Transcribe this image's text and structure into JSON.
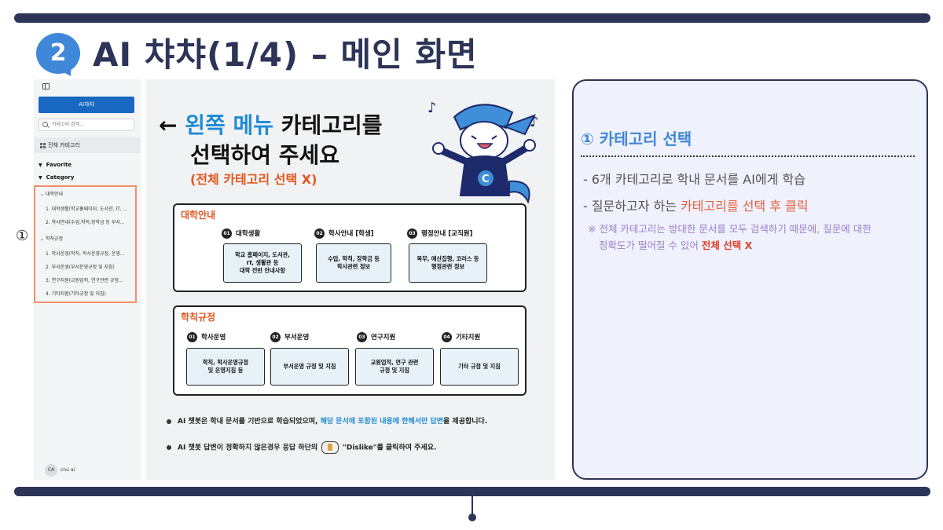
{
  "slide": {
    "badge": "2",
    "title": "AI 챠챠(1/4) – 메인 화면",
    "marker": "①"
  },
  "colors": {
    "navy": "#2c3557",
    "badge_blue": "#3f87d8",
    "highlight_border": "#f0906a",
    "orange_red": "#e2561e",
    "accent_red": "#e85d3d",
    "note_purple": "#9a7fc9",
    "card_bg": "#eff1fd",
    "brand_blue": "#1867c0"
  },
  "sidebar": {
    "new_chat_label": "AI챠챠",
    "search_placeholder": "카테고리 검색...",
    "all_categories_label": "전체 카테고리",
    "favorite_label": "Favorite",
    "category_label": "Category",
    "groups": [
      {
        "label": "대학안내",
        "items": [
          "1. 대학생활(학교홈페이지, 도서관, IT, ...",
          "2. 학사안내(수업,학적,장학금 등 부서..."
        ]
      },
      {
        "label": "학칙규정",
        "items": [
          "1. 학사운영(학칙, 학사운영규정, 운영...",
          "2. 부서운영(부서운영규정 및 지침)",
          "3. 연구지원(교원업적, 연구관련 규정...",
          "4. 기타지원(기타규정 및 지침)"
        ]
      }
    ],
    "user_initials": "CA",
    "user_name": "cnu ai"
  },
  "panel": {
    "heading_arrow": "←",
    "heading_blue": "왼쪽 메뉴",
    "heading_rest_1": " 카테고리를",
    "heading_line_2": "선택하여 주세요",
    "sub": "(전체 카테고리 선택 X)",
    "mascot_letter": "C",
    "categories": [
      {
        "title": "대학안내",
        "columns": [
          {
            "num": "01",
            "head": "대학생활",
            "body": "학교 홈페이지, 도서관,\nIT, 생활관 등\n대학 전반 안내사항"
          },
          {
            "num": "02",
            "head": "학사안내 [학생]",
            "body": "수업, 학적, 장학금 등\n학사관련 정보"
          },
          {
            "num": "03",
            "head": "행정안내 [교직원]",
            "body": "복무, 예산집행, 코러스 등\n행정관련 정보"
          }
        ]
      },
      {
        "title": "학칙규정",
        "columns": [
          {
            "num": "01",
            "head": "학사운영",
            "body": "학칙, 학사운영규정\n및 운영지침 등"
          },
          {
            "num": "02",
            "head": "부서운영",
            "body": "부서운영 규정 및 지침"
          },
          {
            "num": "03",
            "head": "연구지원",
            "body": "교원업적, 연구 관련\n규정 및 지침"
          },
          {
            "num": "04",
            "head": "기타지원",
            "body": "기타 규정 및 지침"
          }
        ]
      }
    ],
    "note1_a": "AI 챗봇은 학내 문서를 기반으로 학습되었으며, ",
    "note1_hl": "해당 문서에 포함된 내용에 한해서만 답변",
    "note1_b": "을 제공합니다.",
    "note2_a": "AI 챗봇 답변이 정확하지 않은경우 응답 하단의",
    "note2_b": "\"Dislike\"를 클릭하여 주세요."
  },
  "card": {
    "title": "① 카테고리 선택",
    "line1": "- 6개 카테고리로 학내 문서를 AI에게 학습",
    "line2_a": "- 질문하고자 하는 ",
    "line2_accent": "카테고리를 선택 후 클릭",
    "note_a": "※ 전체 카테고리는 방대한 문서를 모두 검색하기 때문에, 질문에 대한",
    "note_b": "정확도가 떨어질 수 있어 ",
    "note_accent": "전체 선택 X"
  }
}
